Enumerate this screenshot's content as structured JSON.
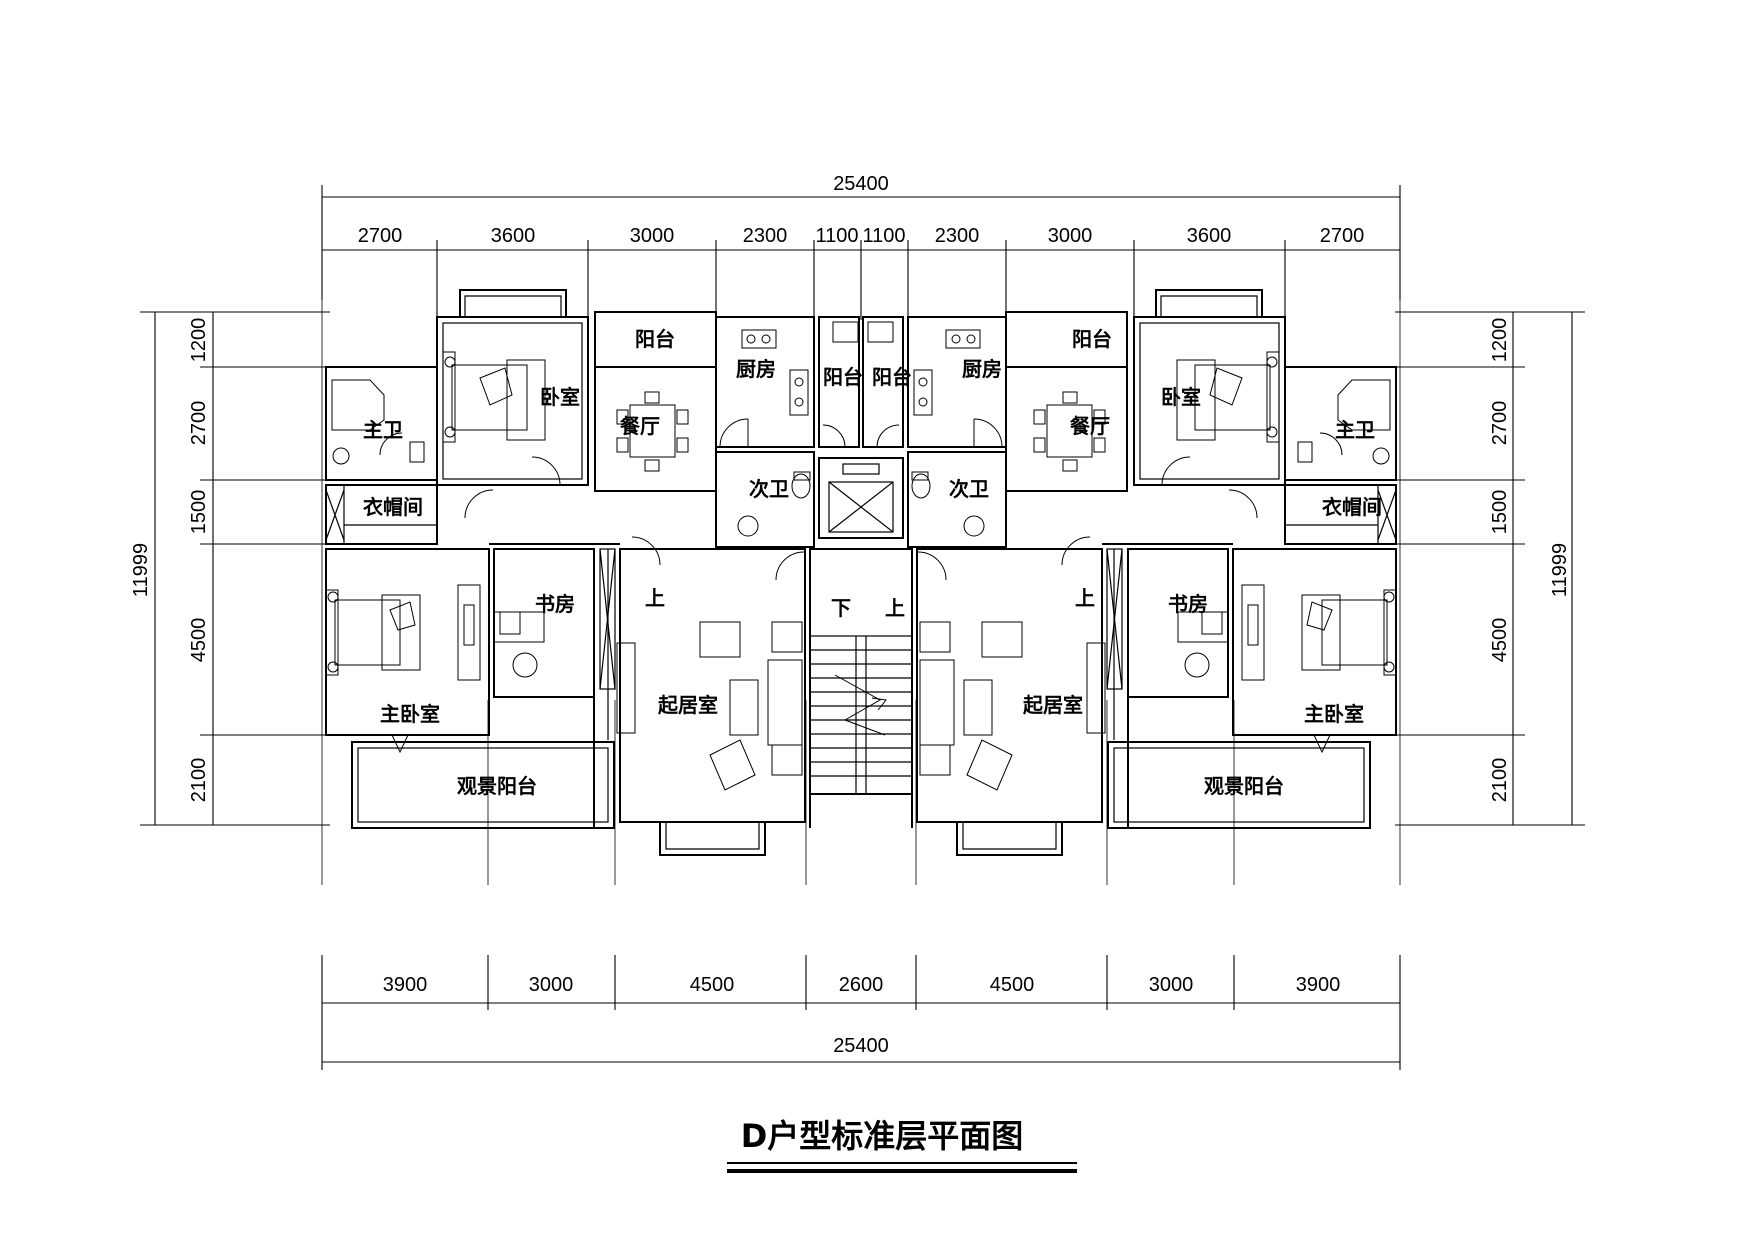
{
  "title": "D户型标准层平面图",
  "dims": {
    "top_total": "25400",
    "top_segments": [
      "2700",
      "3600",
      "3000",
      "2300",
      "1100",
      "1100",
      "2300",
      "3000",
      "3600",
      "2700"
    ],
    "bottom_total": "25400",
    "bottom_segments": [
      "3900",
      "3000",
      "4500",
      "2600",
      "4500",
      "3000",
      "3900"
    ],
    "side_total": "11999",
    "side_segments": [
      "1200",
      "2700",
      "1500",
      "4500",
      "2100"
    ]
  },
  "rooms": {
    "balcony": "阳台",
    "kitchen": "厨房",
    "bedroom": "卧室",
    "master_bath": "主卫",
    "dining": "餐厅",
    "second_bath": "次卫",
    "closet": "衣帽间",
    "study": "书房",
    "master_bedroom": "主卧室",
    "living": "起居室",
    "view_balcony": "观景阳台",
    "stair_up": "上",
    "stair_down": "下"
  }
}
